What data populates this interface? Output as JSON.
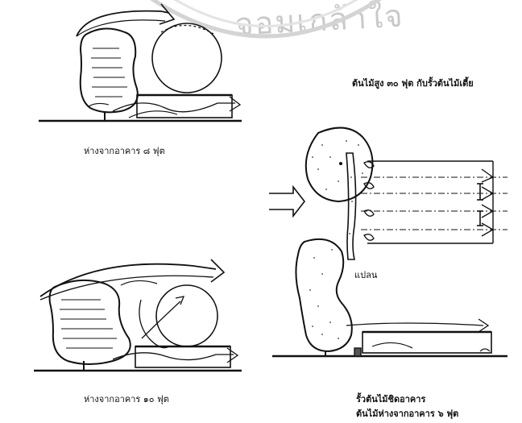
{
  "watermark": "จอมเกล้าใจ",
  "labels": {
    "top_right": "ต้นไม้สูง ๓๐ ฟุต กับรั้วต้นไม้เตี้ย",
    "left_top": "ห่างจากอาคาร ๘ ฟุต",
    "left_bottom": "ห่างจากอาคาร ๑๐ ฟุต",
    "right_middle": "แปลน",
    "right_bottom_line1": "รั้วต้นไม้ชิดอาคาร",
    "right_bottom_line2": "ต้นไม้ห่างจากอาคาร ๖ ฟุต"
  }
}
